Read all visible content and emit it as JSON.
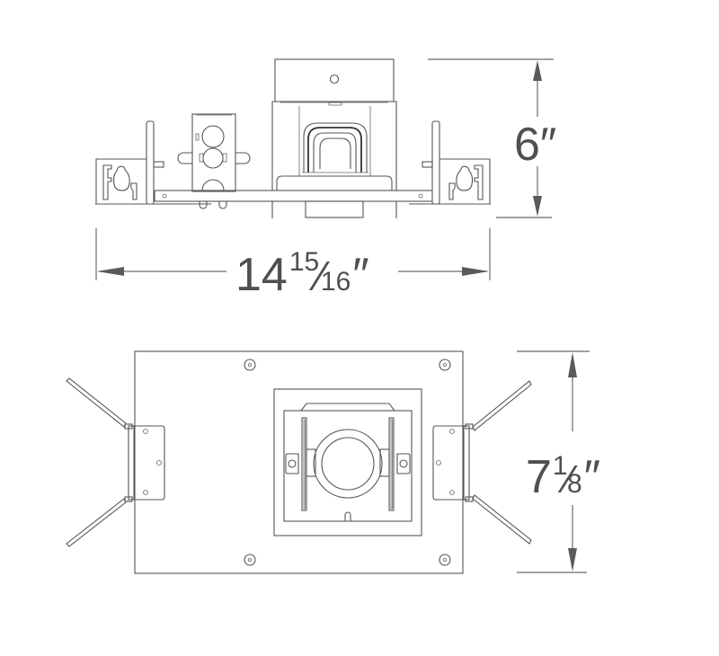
{
  "diagram": {
    "type": "technical-dimension-drawing",
    "views": [
      {
        "name": "front-elevation",
        "dimensions": {
          "height": {
            "whole": "6",
            "unit": "″",
            "label": "6″"
          },
          "width": {
            "whole": "14",
            "numerator": "15",
            "denominator": "16",
            "unit": "″",
            "label": "14 15/16″"
          }
        }
      },
      {
        "name": "top-plan-view",
        "dimensions": {
          "depth": {
            "whole": "7",
            "numerator": "1",
            "denominator": "8",
            "unit": "″",
            "label": "7 1/8″"
          }
        }
      }
    ],
    "colors": {
      "background": "#ffffff",
      "line": "#555555",
      "dimension_text": "#4f4f4f"
    }
  }
}
